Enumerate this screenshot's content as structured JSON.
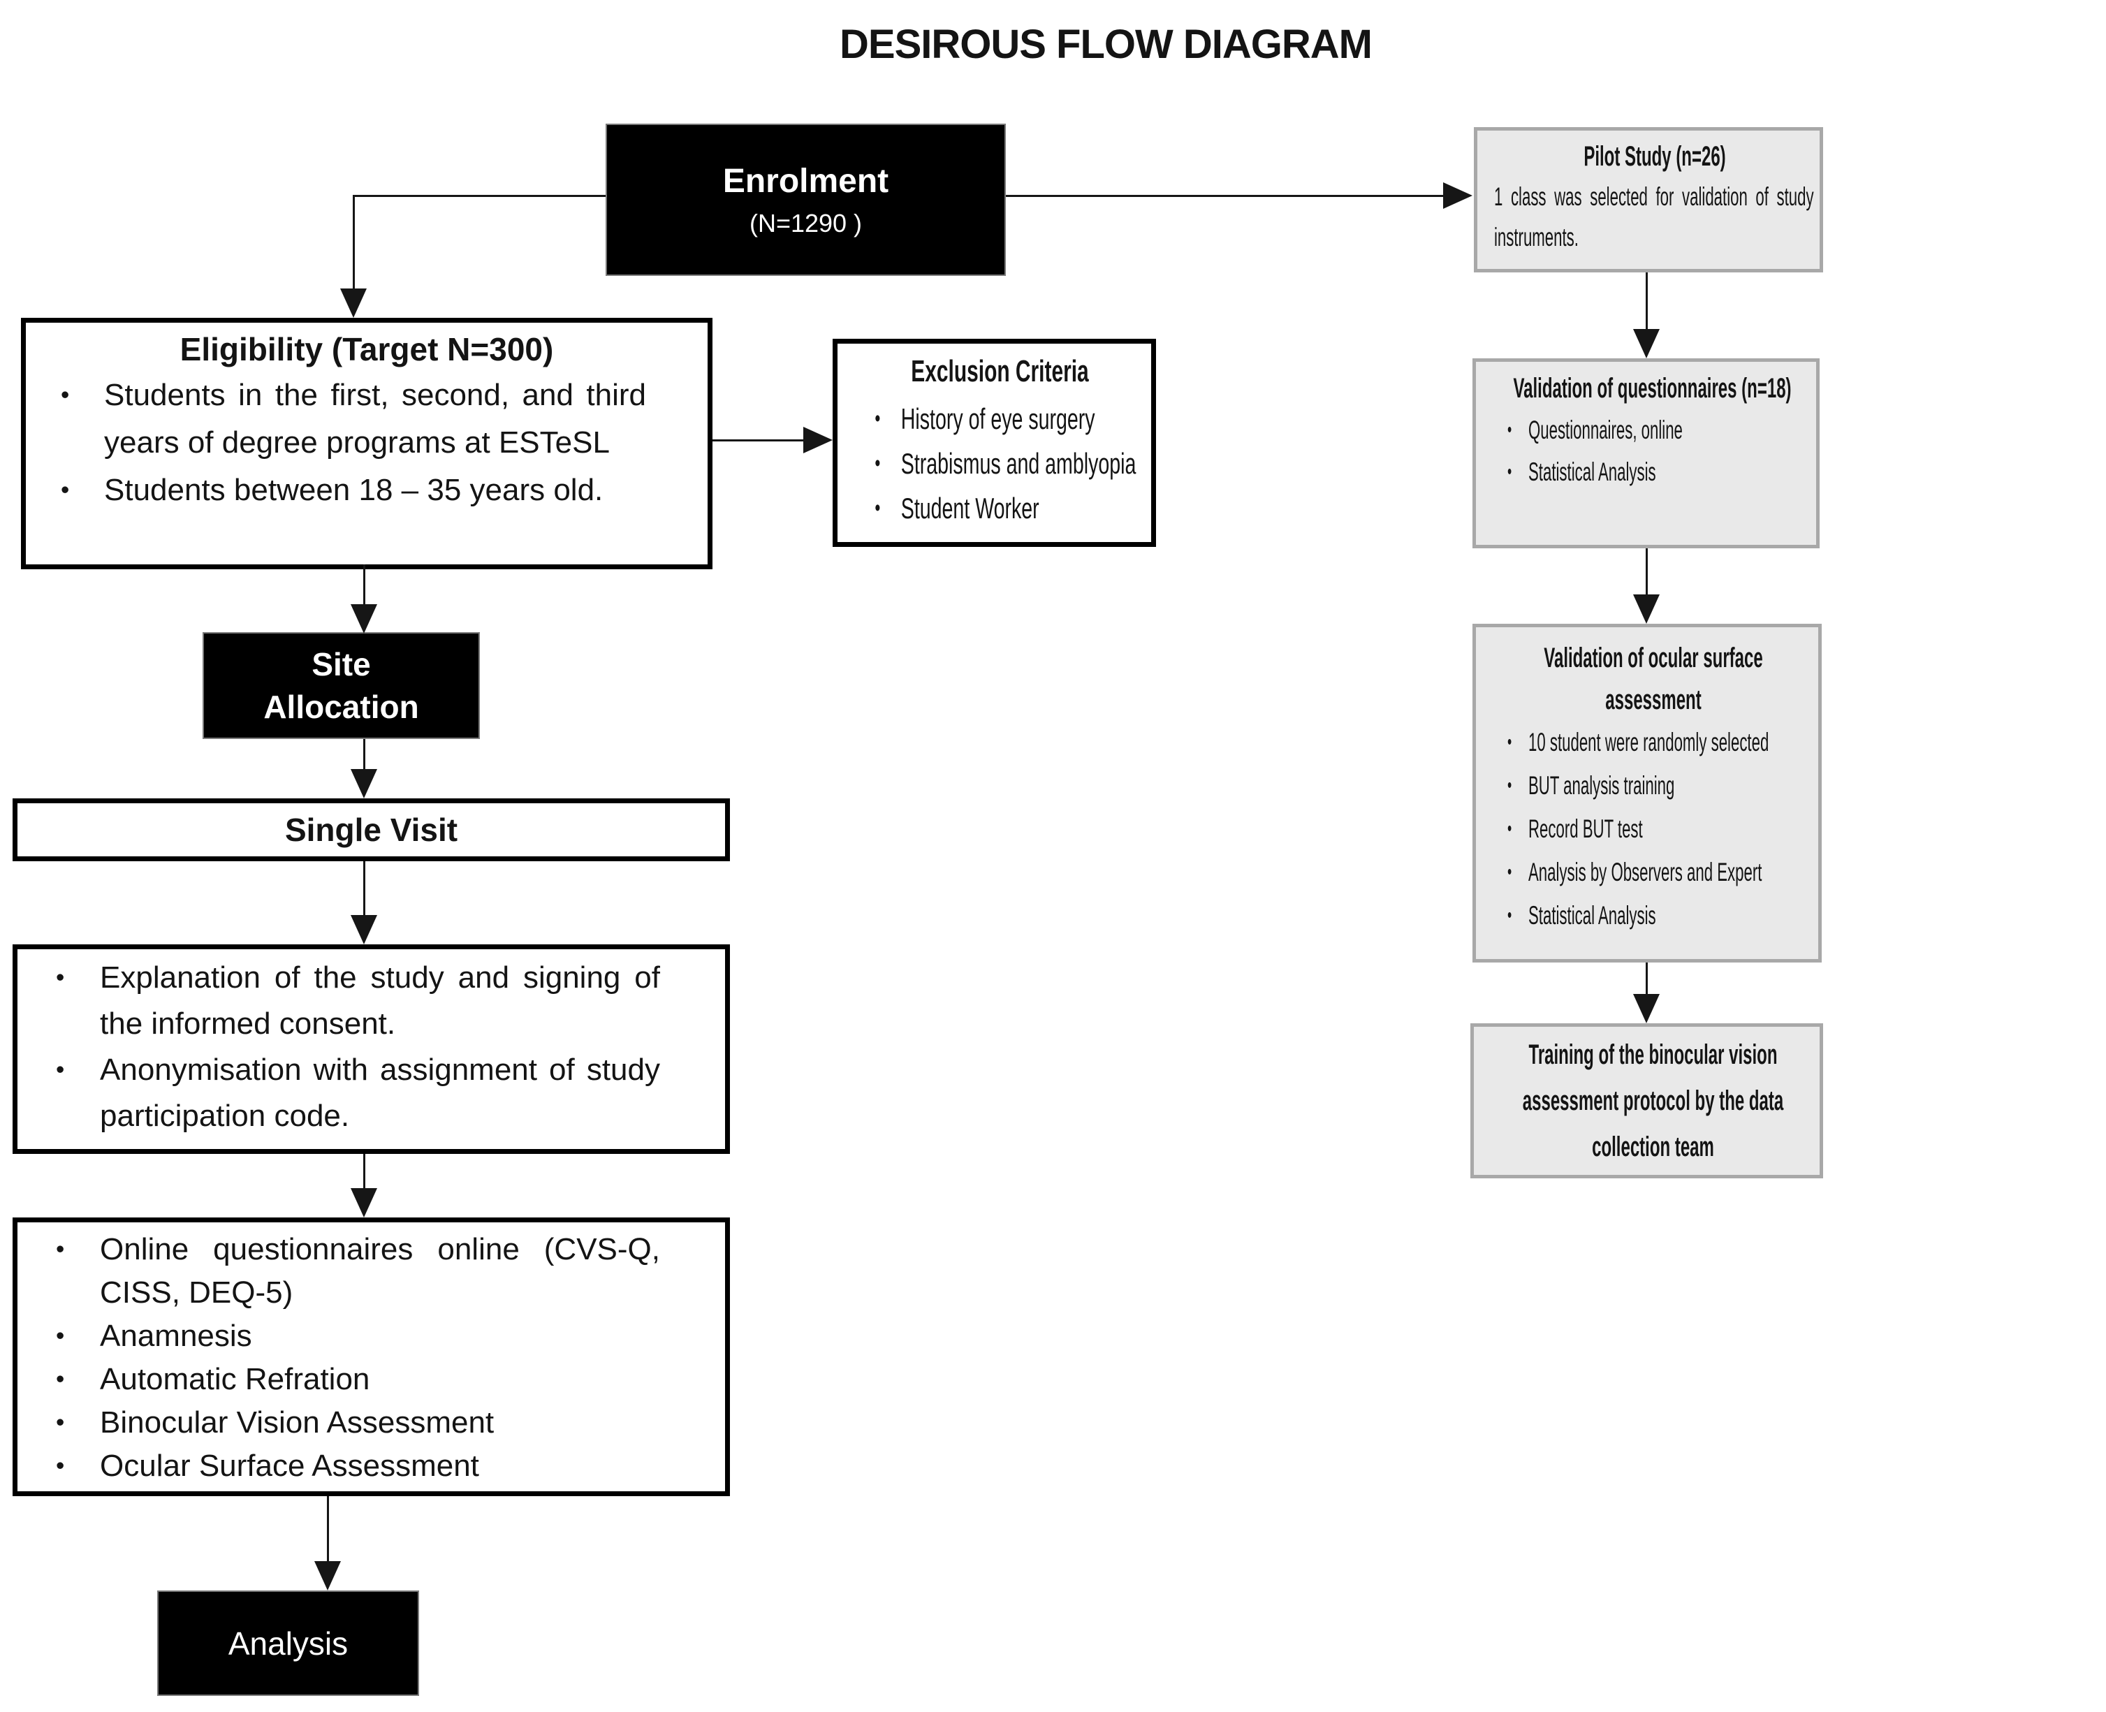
{
  "diagram_title": "DESIROUS FLOW DIAGRAM",
  "colors": {
    "node_black_fill": "#000000",
    "node_black_text": "#ffffff",
    "node_white_fill": "#ffffff",
    "node_white_border": "#000000",
    "node_gray_fill": "#e9e9e9",
    "node_gray_border": "#a8a8a8",
    "connector": "#161616",
    "text": "#141414"
  },
  "nodes": {
    "enrolment": {
      "title": "Enrolment",
      "subtitle": "(N=1290 )"
    },
    "eligibility": {
      "title": "Eligibility (Target N=300)",
      "bullets": [
        "Students in the first, second, and third years of degree programs at ESTeSL",
        "Students between 18 – 35 years old."
      ]
    },
    "exclusion": {
      "title": "Exclusion Criteria",
      "bullets": [
        "History of eye surgery",
        "Strabismus and amblyopia",
        "Student Worker"
      ]
    },
    "site_allocation": {
      "title": "Site Allocation"
    },
    "single_visit": {
      "title": "Single Visit"
    },
    "consent": {
      "bullets": [
        "Explanation of the study and signing of the informed consent.",
        "Anonymisation with assignment of study participation code."
      ]
    },
    "procedures": {
      "bullets": [
        "Online questionnaires online (CVS-Q, CISS, DEQ-5)",
        "Anamnesis",
        "Automatic Refration",
        "Binocular Vision Assessment",
        "Ocular Surface Assessment"
      ]
    },
    "analysis": {
      "title": "Analysis"
    },
    "pilot": {
      "title": "Pilot Study  (n=26)",
      "body": "1 class was selected for validation of study instruments."
    },
    "questionnaire_validation": {
      "title": "Validation of questionnaires (n=18)",
      "bullets": [
        "Questionnaires, online",
        "Statistical Analysis"
      ]
    },
    "ocular_validation": {
      "title": "Validation of ocular surface assessment",
      "bullets": [
        "10 student were randomly selected",
        "BUT analysis training",
        "Record BUT test",
        "Analysis by Observers and Expert",
        "Statistical Analysis"
      ]
    },
    "training": {
      "title": "Training of the binocular vision assessment protocol by the data collection team"
    }
  }
}
